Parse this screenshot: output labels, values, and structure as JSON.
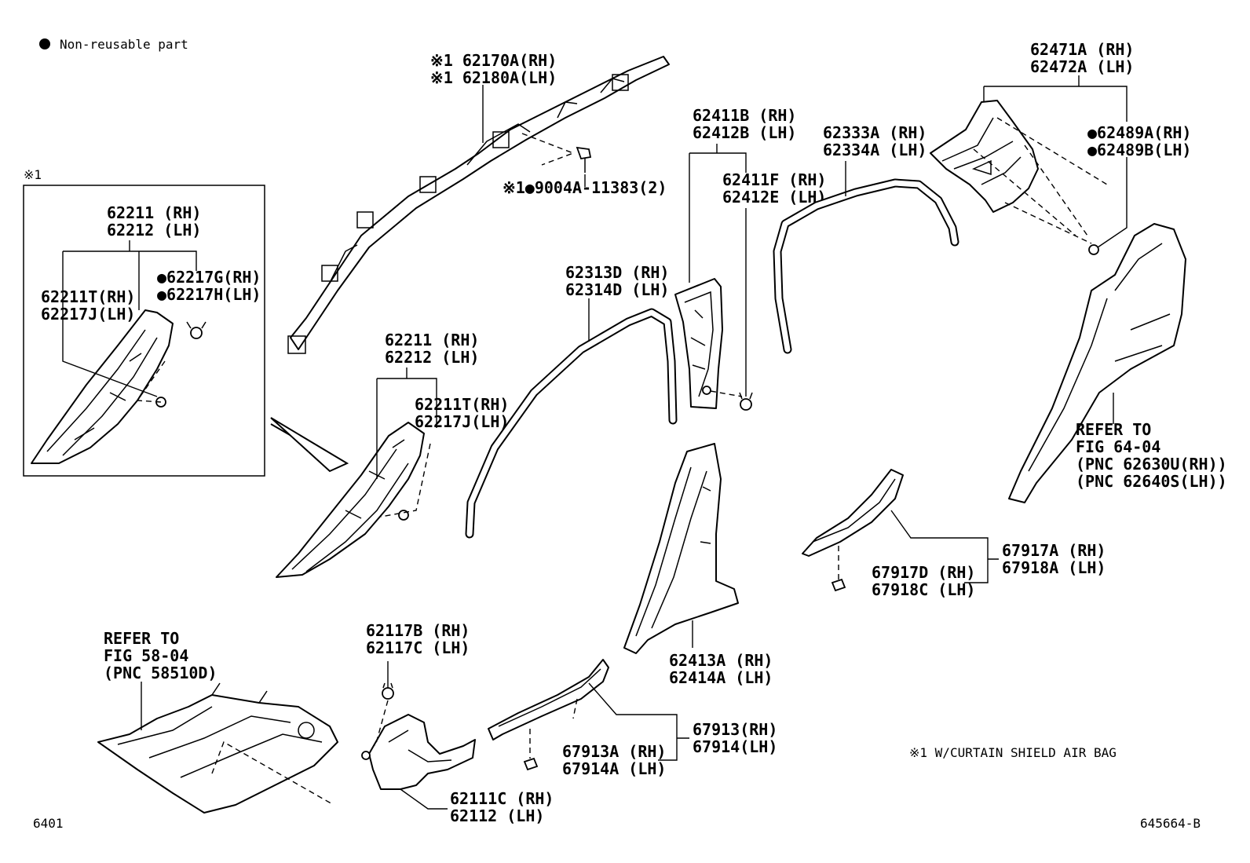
{
  "legend": {
    "bullet": "●",
    "text": "Non-reusable part"
  },
  "note": "※1 W/CURTAIN SHIELD AIR BAG",
  "page_code": "6401",
  "figure_code": "645664-B",
  "inset": {
    "marker": "※1"
  },
  "callouts": {
    "airbag": [
      "※1 62170A(RH)",
      "※1 62180A(LH)"
    ],
    "airbag_bolt": "※1●9004A-11383(2)",
    "inset_main": [
      "62211 (RH)",
      "62212 (LH)"
    ],
    "inset_sub": [
      "62211T(RH)",
      "62217J(LH)"
    ],
    "inset_clip": [
      "●62217G(RH)",
      "●62217H(LH)"
    ],
    "a_pillar_main": [
      "62211 (RH)",
      "62212 (LH)"
    ],
    "a_pillar_sub": [
      "62211T(RH)",
      "62217J(LH)"
    ],
    "front_weatherstrip": [
      "62313D (RH)",
      "62314D (LH)"
    ],
    "b_pillar_upper": [
      "62411B (RH)",
      "62412B (LH)"
    ],
    "b_pillar_clip": [
      "62411F (RH)",
      "62412E (LH)"
    ],
    "rear_weatherstrip": [
      "62333A (RH)",
      "62334A (LH)"
    ],
    "c_pillar": [
      "62471A (RH)",
      "62472A (LH)"
    ],
    "c_pillar_clip": [
      "●62489A(RH)",
      "●62489B(LH)"
    ],
    "rear_side_refer": [
      "REFER TO",
      "FIG 64-04",
      "(PNC 62630U(RH))",
      "(PNC 62640S(LH))"
    ],
    "b_pillar_lower": [
      "62413A (RH)",
      "62414A (LH)"
    ],
    "rear_scuff": [
      "67917A (RH)",
      "67918A (LH)"
    ],
    "rear_scuff_clip": [
      "67917D (RH)",
      "67918C (LH)"
    ],
    "floor_refer": [
      "REFER TO",
      "FIG 58-04",
      "(PNC 58510D)"
    ],
    "cowl_clip": [
      "62117B (RH)",
      "62117C (LH)"
    ],
    "cowl_trim": [
      "62111C (RH)",
      "62112  (LH)"
    ],
    "front_scuff": [
      "67913(RH)",
      "67914(LH)"
    ],
    "front_scuff_clip": [
      "67913A (RH)",
      "67914A (LH)"
    ]
  }
}
